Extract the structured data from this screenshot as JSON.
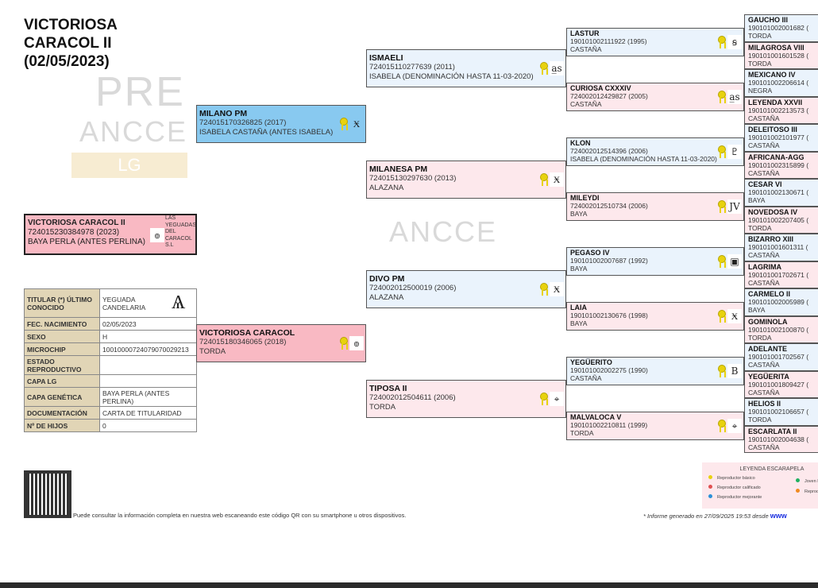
{
  "title": [
    "VICTORIOSA",
    "CARACOL II",
    "(02/05/2023)"
  ],
  "watermark": {
    "pre": "PRE",
    "ancce": "ANCCE",
    "lg": "LG"
  },
  "subject": {
    "name": "VICTORIOSA CARACOL II",
    "id": "724015230384978 (2023)",
    "coat": "BAYA PERLA (ANTES PERLINA)",
    "breeder": "LAS YEGUADAS DEL CARACOL S.L",
    "brand_icon": "caracol-brand-icon"
  },
  "info": [
    {
      "k": "TITULAR (*) ÚLTIMO CONOCIDO",
      "v": "YEGUADA CANDELARIA"
    },
    {
      "k": "FEC. NACIMIENTO",
      "v": "02/05/2023"
    },
    {
      "k": "SEXO",
      "v": "H"
    },
    {
      "k": "MICROCHIP",
      "v": "100100007240790700292​13"
    },
    {
      "k": "ESTADO REPRODUCTIVO",
      "v": ""
    },
    {
      "k": "CAPA LG",
      "v": ""
    },
    {
      "k": "CAPA GENÉTICA",
      "v": "BAYA PERLA (ANTES PERLINA)"
    },
    {
      "k": "DOCUMENTACIÓN",
      "v": "CARTA DE TITULARIDAD"
    },
    {
      "k": "Nº DE HIJOS",
      "v": "0"
    }
  ],
  "gen1": [
    {
      "name": "MILANO PM",
      "id": "724015170326825 (2017)",
      "coat": "ISABELA CASTAÑA (ANTES ISABELA)",
      "brand": "Ӿ"
    },
    {
      "name": "VICTORIOSA CARACOL",
      "id": "724015180346065 (2018)",
      "coat": "TORDA",
      "brand": "๏"
    }
  ],
  "gen2": [
    {
      "name": "ISMAELI",
      "id": "724015110277639 (2011)",
      "coat": "ISABELA (DENOMINACIÓN HASTA 11-03-2020)",
      "brand": "a̲s"
    },
    {
      "name": "MILANESA PM",
      "id": "724015130297630 (2013)",
      "coat": "ALAZANA",
      "brand": "Ӿ"
    },
    {
      "name": "DIVO PM",
      "id": "724002012500019 (2006)",
      "coat": "ALAZANA",
      "brand": "Ӿ"
    },
    {
      "name": "TIPOSA II",
      "id": "724002012504611 (2006)",
      "coat": "TORDA",
      "brand": "⌖"
    }
  ],
  "gen3": [
    {
      "name": "LASTUR",
      "id": "190101002111922 (1995)",
      "coat": "CASTAÑA",
      "brand": "ꞩ"
    },
    {
      "name": "CURIOSA CXXXIV",
      "id": "724002012429827 (2005)",
      "coat": "CASTAÑA",
      "brand": "a̲s"
    },
    {
      "name": "KLON",
      "id": "724002012514396 (2006)",
      "coat": "ISABELA (DENOMINACIÓN HASTA 11-03-2020)",
      "brand": "♇"
    },
    {
      "name": "MILEYDI",
      "id": "724002012510734 (2006)",
      "coat": "BAYA",
      "brand": "JV"
    },
    {
      "name": "PEGASO IV",
      "id": "190101002007687 (1992)",
      "coat": "BAYA",
      "brand": "▣"
    },
    {
      "name": "LAIA",
      "id": "190101002130676 (1998)",
      "coat": "BAYA",
      "brand": "Ӿ"
    },
    {
      "name": "YEGÜERITO",
      "id": "190101002002275 (1990)",
      "coat": "CASTAÑA",
      "brand": "B"
    },
    {
      "name": "MALVALOCA V",
      "id": "190101002210811 (1999)",
      "coat": "TORDA",
      "brand": "⌖"
    }
  ],
  "gen4": [
    {
      "name": "GAUCHO III",
      "id": "190101002001682 (",
      "coat": "TORDA"
    },
    {
      "name": "MILAGROSA VIII",
      "id": "190101001601528 (",
      "coat": "TORDA"
    },
    {
      "name": "MEXICANO IV",
      "id": "190101002206614 (",
      "coat": "NEGRA"
    },
    {
      "name": "LEYENDA XXVII",
      "id": "190101002213573 (",
      "coat": "CASTAÑA"
    },
    {
      "name": "DELEITOSO III",
      "id": "190101002101977 (",
      "coat": "CASTAÑA"
    },
    {
      "name": "AFRICANA-AGG",
      "id": "190101002315899 (",
      "coat": "CASTAÑA"
    },
    {
      "name": "CESAR VI",
      "id": "190101002130671 (",
      "coat": "BAYA"
    },
    {
      "name": "NOVEDOSA IV",
      "id": "190101002207405 (",
      "coat": "TORDA"
    },
    {
      "name": "BIZARRO XIII",
      "id": "190101001601311 (",
      "coat": "CASTAÑA"
    },
    {
      "name": "LAGRIMA",
      "id": "190101001702671 (",
      "coat": "CASTAÑA"
    },
    {
      "name": "CARMELO II",
      "id": "190101002005989 (",
      "coat": "BAYA"
    },
    {
      "name": "GOMINOLA",
      "id": "190101002100870 (",
      "coat": "TORDA"
    },
    {
      "name": "ADELANTE",
      "id": "190101001702567 (",
      "coat": "CASTAÑA"
    },
    {
      "name": "YEGÜERITA",
      "id": "190101001809427 (",
      "coat": "CASTAÑA"
    },
    {
      "name": "HELIOS II",
      "id": "190101002106657 (",
      "coat": "TORDA"
    },
    {
      "name": "ESCARLATA II",
      "id": "190101002004638 (",
      "coat": "CASTAÑA"
    }
  ],
  "footer": {
    "qr_note": "Puede consultar la información completa en nuestra web escaneando este código QR con su smartphone u otros dispositivos.",
    "generated": "* Informe generado en 27/09/2025 19:53 desde",
    "link": "www"
  },
  "legend": {
    "title": "LEYENDA ESCARAPELA",
    "items": [
      {
        "label": "Reproductor básico",
        "color": "#e8d20e"
      },
      {
        "label": "Reproductor calificado",
        "color": "#e05050"
      },
      {
        "label": "Reproductor mejorante",
        "color": "#2a90d8"
      },
      {
        "label": "Joven Reproductor",
        "color": "#20b060"
      },
      {
        "label": "Reproductor",
        "color": "#f08a20"
      }
    ]
  }
}
